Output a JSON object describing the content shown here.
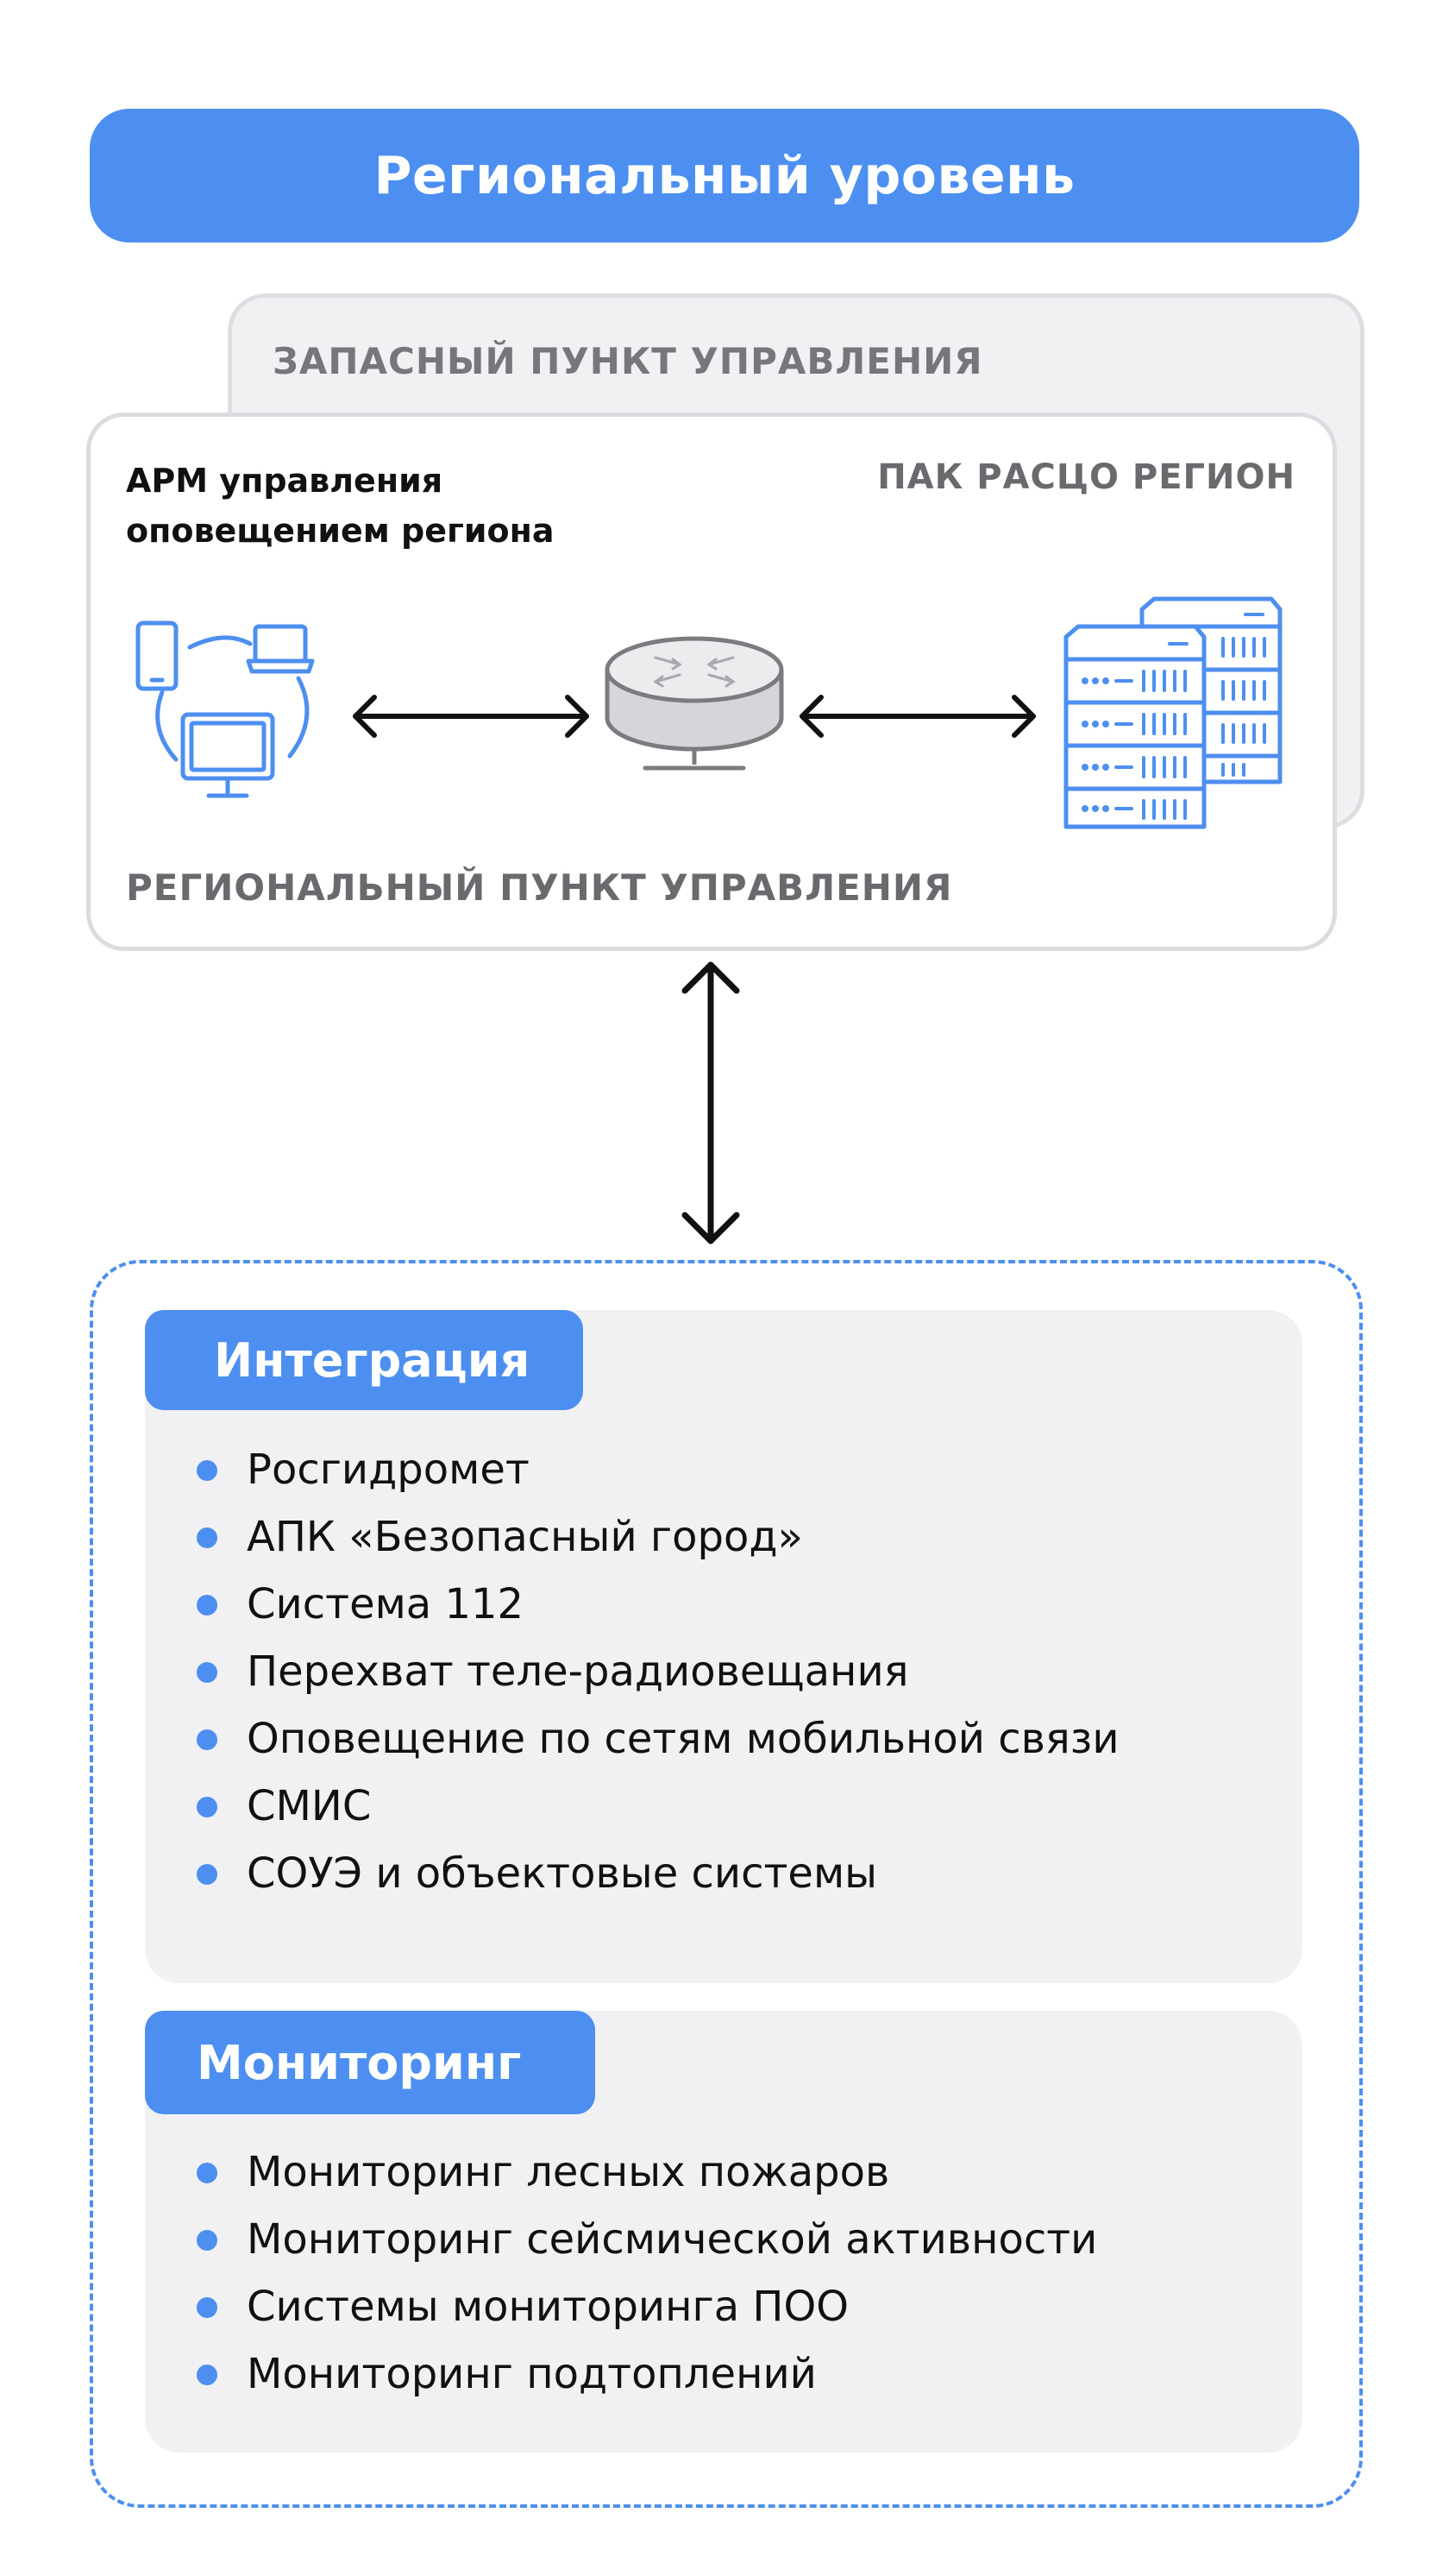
{
  "header": {
    "title": "Региональный уровень"
  },
  "backup": {
    "label": "ЗАПАСНЫЙ ПУНКТ УПРАВЛЕНИЯ"
  },
  "main": {
    "arm_line1": "АРМ управления",
    "arm_line2": "оповещением региона",
    "pak_label": "ПАК РАСЦО РЕГИОН",
    "rpu_label": "РЕГИОНАЛЬНЫЙ ПУНКТ УПРАВЛЕНИЯ"
  },
  "integration": {
    "title": "Интеграция",
    "items": [
      "Росгидромет",
      "АПК «Безопасный город»",
      "Система 112",
      "Перехват теле-радиовещания",
      "Оповещение по сетям мобильной связи",
      "СМИС",
      "СОУЭ и объектовые системы"
    ]
  },
  "monitoring": {
    "title": "Мониторинг",
    "items": [
      "Мониторинг лесных пожаров",
      "Мониторинг сейсмической активности",
      "Системы мониторинга ПОО",
      "Мониторинг подтоплений"
    ]
  },
  "colors": {
    "accent": "#4c8ff0",
    "panel": "#f1f1f4",
    "gray_text": "#6a6a6e"
  },
  "icons": [
    "workstations-icon",
    "router-icon",
    "server-rack-icon",
    "double-arrow-icon"
  ]
}
